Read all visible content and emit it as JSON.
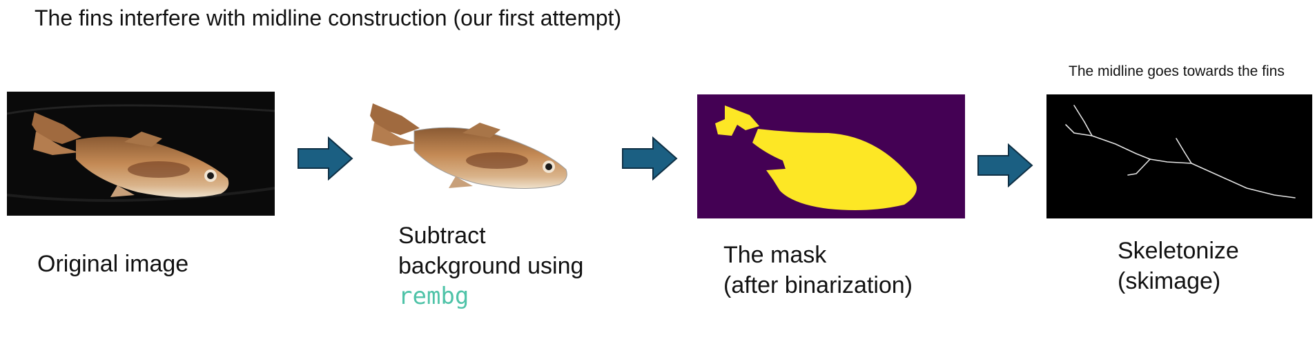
{
  "title": "The fins interfere with midline construction (our first attempt)",
  "steps": [
    {
      "caption_lines": [
        "Original image"
      ]
    },
    {
      "caption_lines": [
        "Subtract",
        "background using"
      ],
      "code": "rembg"
    },
    {
      "caption_lines": [
        "The mask",
        "(after binarization)"
      ]
    },
    {
      "caption_lines": [
        "Skeletonize",
        "(skimage)"
      ]
    }
  ],
  "annotation": "The midline goes towards the fins",
  "colors": {
    "arrow_fill": "#1b5f82",
    "arrow_stroke": "#0e2f44",
    "code_text": "#4fc3a8",
    "mask_background": "#440154",
    "mask_fish": "#fde725",
    "skeleton_background": "#000000",
    "skeleton_line": "#e6e6e6",
    "photo_background": "#0a0a0a",
    "fish_body": "#b77d4d"
  }
}
